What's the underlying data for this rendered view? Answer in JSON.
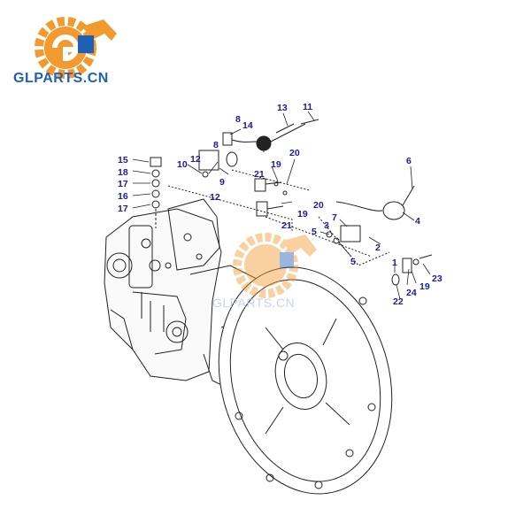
{
  "brand": {
    "name": "GLPARTS.CN",
    "watermark": "GLPARTS.CN",
    "colors": {
      "logo_orange": "#f29a2e",
      "logo_blue": "#1f5fb4",
      "callout": "#1a1aa6"
    }
  },
  "callouts": [
    {
      "id": "c15a",
      "label": "15"
    },
    {
      "id": "c18",
      "label": "18"
    },
    {
      "id": "c17a",
      "label": "17"
    },
    {
      "id": "c16",
      "label": "16"
    },
    {
      "id": "c17b",
      "label": "17"
    },
    {
      "id": "c10",
      "label": "10"
    },
    {
      "id": "c12a",
      "label": "12"
    },
    {
      "id": "c12b",
      "label": "12"
    },
    {
      "id": "c8a",
      "label": "8"
    },
    {
      "id": "c8b",
      "label": "8"
    },
    {
      "id": "c14",
      "label": "14"
    },
    {
      "id": "c13",
      "label": "13"
    },
    {
      "id": "c11",
      "label": "11"
    },
    {
      "id": "c9",
      "label": "9"
    },
    {
      "id": "c21a",
      "label": "21"
    },
    {
      "id": "c19a",
      "label": "19"
    },
    {
      "id": "c20a",
      "label": "20"
    },
    {
      "id": "c20b",
      "label": "20"
    },
    {
      "id": "c19b",
      "label": "19"
    },
    {
      "id": "c21b",
      "label": "21"
    },
    {
      "id": "c6",
      "label": "6"
    },
    {
      "id": "c7",
      "label": "7"
    },
    {
      "id": "c4",
      "label": "4"
    },
    {
      "id": "c3",
      "label": "3"
    },
    {
      "id": "c5a",
      "label": "5"
    },
    {
      "id": "c5b",
      "label": "5"
    },
    {
      "id": "c2",
      "label": "2"
    },
    {
      "id": "c1",
      "label": "1"
    },
    {
      "id": "c23",
      "label": "23"
    },
    {
      "id": "c19c",
      "label": "19"
    },
    {
      "id": "c24",
      "label": "24"
    },
    {
      "id": "c22",
      "label": "22"
    }
  ]
}
